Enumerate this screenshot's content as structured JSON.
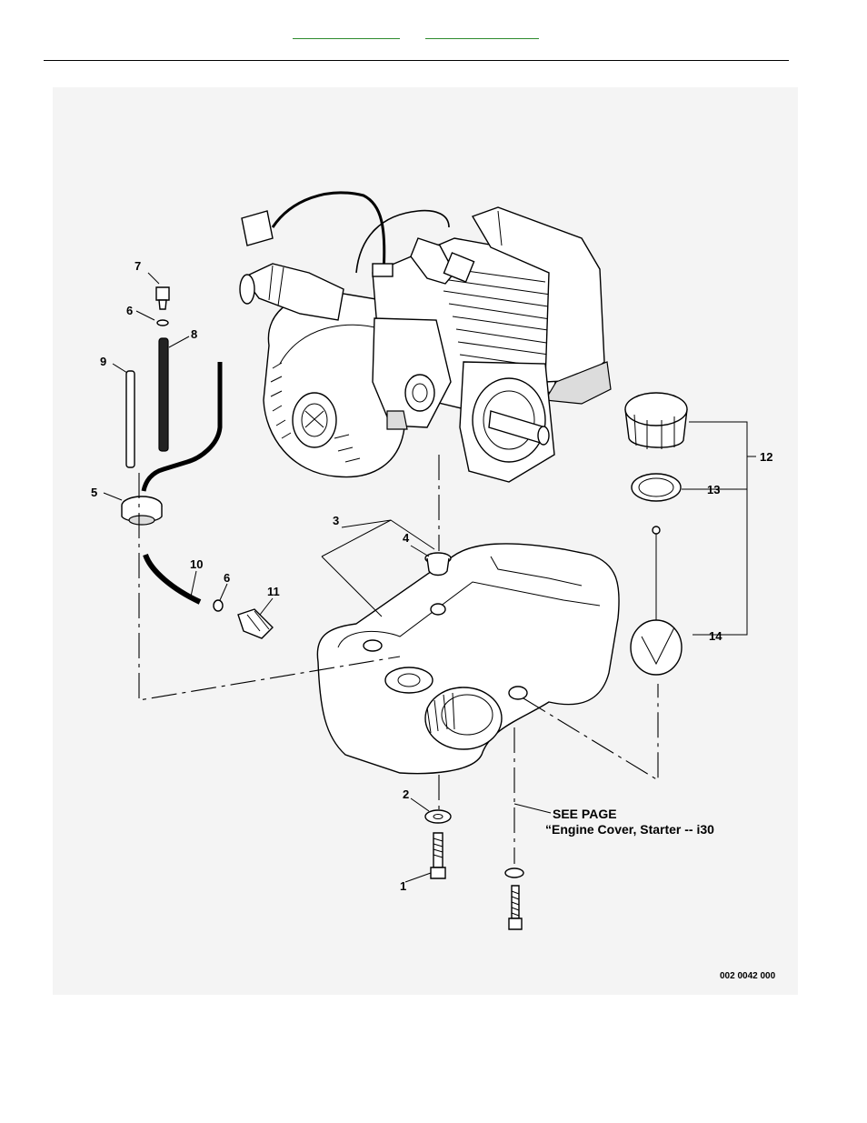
{
  "nav": {
    "links": [
      {
        "label": ""
      },
      {
        "label": ""
      }
    ]
  },
  "callouts": [
    "1",
    "2",
    "3",
    "4",
    "5",
    "6",
    "6",
    "7",
    "8",
    "9",
    "10",
    "11",
    "12",
    "13",
    "14"
  ],
  "see_page": {
    "line1": "SEE PAGE",
    "line2": "“Engine Cover, Starter -- i30"
  },
  "figure_code": "002 0042 000",
  "colors": {
    "link": "#2e8b2e",
    "frame_bg": "#f4f4f4"
  }
}
